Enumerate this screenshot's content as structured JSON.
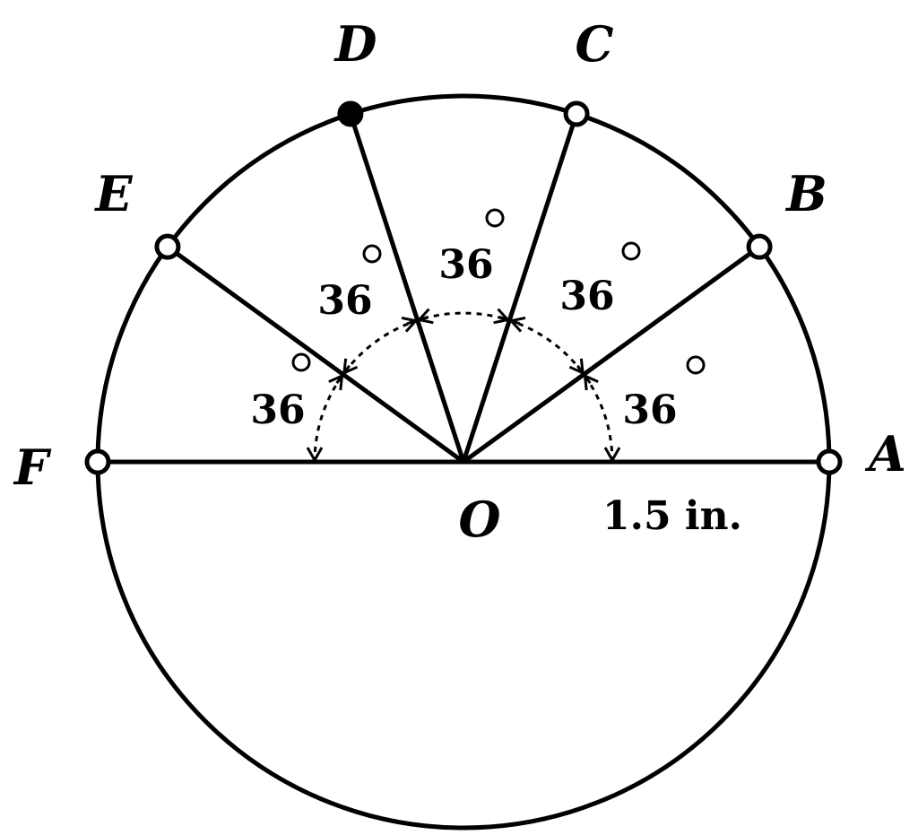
{
  "points": {
    "A": "A",
    "B": "B",
    "C": "C",
    "D": "D",
    "E": "E",
    "F": "F",
    "O": "O"
  },
  "angles": {
    "a1": "36",
    "a2": "36",
    "a3": "36",
    "a4": "36",
    "a5": "36"
  },
  "degree_symbol": "○",
  "radius_label": "1.5 in.",
  "angle_step_degrees": 36,
  "radius_inches": 1.5
}
